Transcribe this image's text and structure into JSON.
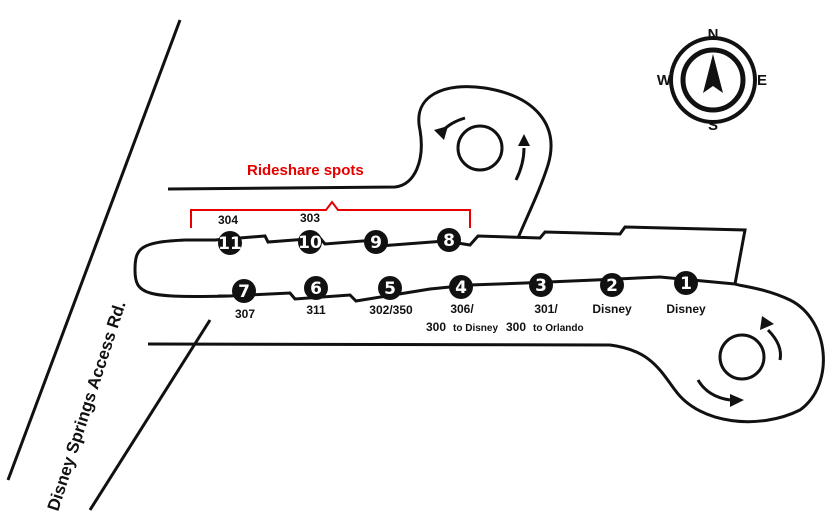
{
  "road": {
    "name": "Disney Springs Access Rd."
  },
  "annotation": {
    "label": "Rideshare spots",
    "color": "#e60000"
  },
  "compass": {
    "north": "N",
    "south": "S",
    "east": "E",
    "west": "W"
  },
  "top_row": [
    {
      "stop": "11",
      "route": "304"
    },
    {
      "stop": "10",
      "route": "303"
    },
    {
      "stop": "9",
      "route": ""
    },
    {
      "stop": "8",
      "route": ""
    }
  ],
  "bottom_row": [
    {
      "stop": "7",
      "route": "307"
    },
    {
      "stop": "6",
      "route": "311"
    },
    {
      "stop": "5",
      "route": "302/350"
    },
    {
      "stop": "4",
      "route_line1": "306/",
      "route_line2_main": "300",
      "route_line2_small": "to Disney"
    },
    {
      "stop": "3",
      "route_line1": "301/",
      "route_line2_main": "300",
      "route_line2_small": "to Orlando"
    },
    {
      "stop": "2",
      "route": "Disney"
    },
    {
      "stop": "1",
      "route": "Disney"
    }
  ]
}
